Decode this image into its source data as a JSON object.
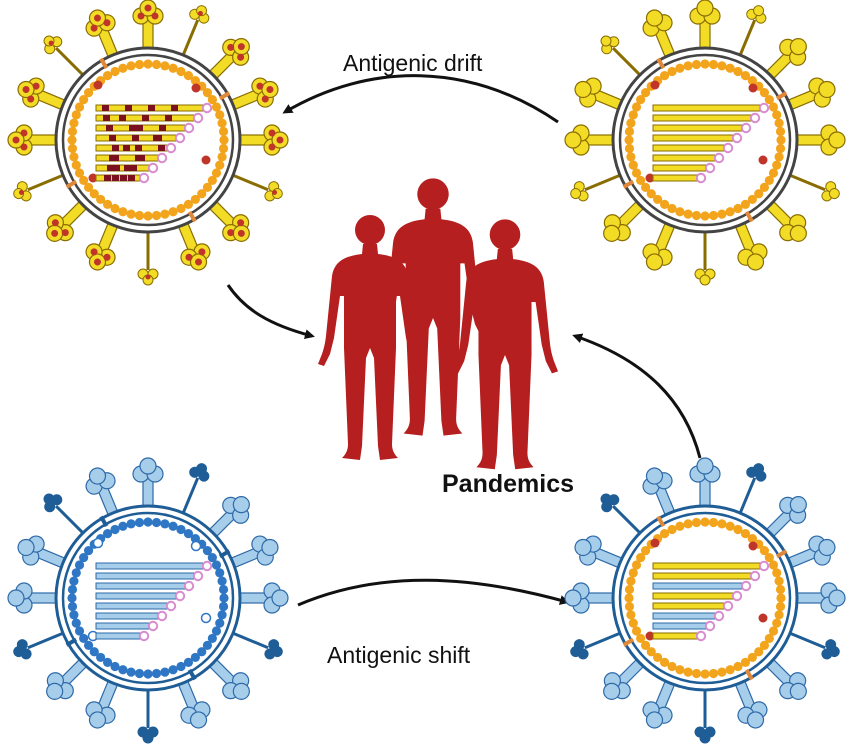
{
  "labels": {
    "drift": "Antigenic drift",
    "shift": "Antigenic shift",
    "pandemics": "Pandemics"
  },
  "colors": {
    "human": "#b51f1f",
    "arrow": "#111111",
    "yellow_spike": "#f3dc26",
    "yellow_spike_stroke": "#8a6d00",
    "orange_membrane": "#f2a51c",
    "red_dot": "#c0352a",
    "blue_spike": "#a6cdea",
    "blue_spike_stroke": "#2e6aa8",
    "dark_blue": "#1f5d96",
    "blue_membrane": "#2f77c4",
    "pink_node": "#d98bd0",
    "maroon": "#7a1020"
  },
  "viruses": [
    {
      "id": "virus-top-left",
      "theme": "drift-mutated"
    },
    {
      "id": "virus-top-right",
      "theme": "yellow"
    },
    {
      "id": "virus-bottom-left",
      "theme": "blue"
    },
    {
      "id": "virus-bottom-right",
      "theme": "reassortant"
    }
  ],
  "people_count": 3
}
